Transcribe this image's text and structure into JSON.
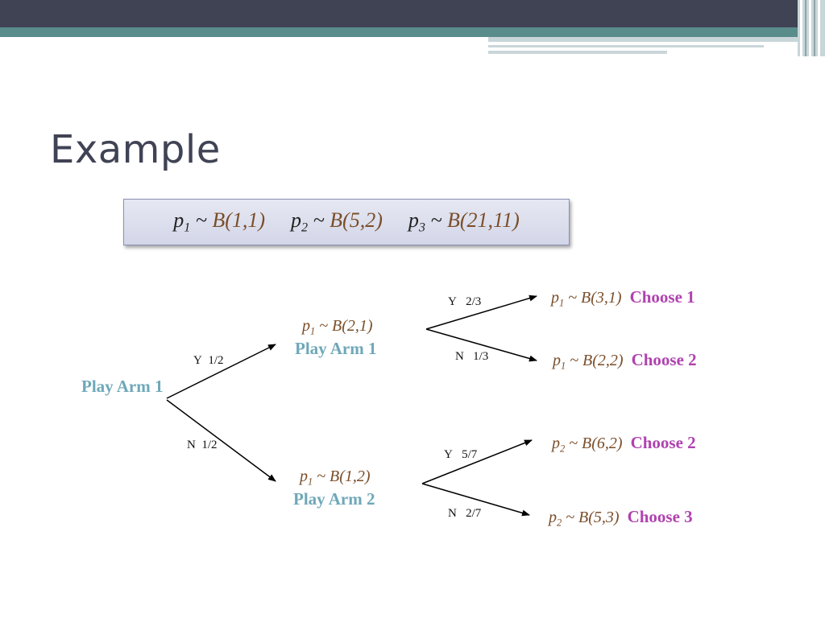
{
  "slide": {
    "title": "Example"
  },
  "priors": [
    {
      "var": "p",
      "sub": "1",
      "tilde": " ~ ",
      "dist": "B(1,1)"
    },
    {
      "var": "p",
      "sub": "2",
      "tilde": " ~ ",
      "dist": "B(5,2)"
    },
    {
      "var": "p",
      "sub": "3",
      "tilde": " ~ ",
      "dist": "B(21,11)"
    }
  ],
  "tree": {
    "root": {
      "action": "Play Arm 1"
    },
    "root_edges": {
      "yes": {
        "label": "Y",
        "prob": "1/2"
      },
      "no": {
        "label": "N",
        "prob": "1/2"
      }
    },
    "upper": {
      "post": {
        "var": "p",
        "sub": "1",
        "dist": " ~ B(2,1)"
      },
      "action": "Play Arm 1",
      "edges": {
        "yes": {
          "label": "Y",
          "prob": "2/3"
        },
        "no": {
          "label": "N",
          "prob": "1/3"
        }
      },
      "leaves": [
        {
          "var": "p",
          "sub": "1",
          "dist": " ~ B(3,1)",
          "choice": "Choose 1"
        },
        {
          "var": "p",
          "sub": "1",
          "dist": " ~ B(2,2)",
          "choice": "Choose 2"
        }
      ]
    },
    "lower": {
      "post": {
        "var": "p",
        "sub": "1",
        "dist": " ~ B(1,2)"
      },
      "action": "Play Arm 2",
      "edges": {
        "yes": {
          "label": "Y",
          "prob": "5/7"
        },
        "no": {
          "label": "N",
          "prob": "2/7"
        }
      },
      "leaves": [
        {
          "var": "p",
          "sub": "2",
          "dist": " ~ B(6,2)",
          "choice": "Choose 2"
        },
        {
          "var": "p",
          "sub": "2",
          "dist": " ~ B(5,3)",
          "choice": "Choose 3"
        }
      ]
    }
  },
  "colors": {
    "header_dark": "#404354",
    "header_teal": "#5a8c8c",
    "action_text": "#6ea8b8",
    "choice_text": "#b042b0",
    "dist_text": "#7a4e2a"
  }
}
